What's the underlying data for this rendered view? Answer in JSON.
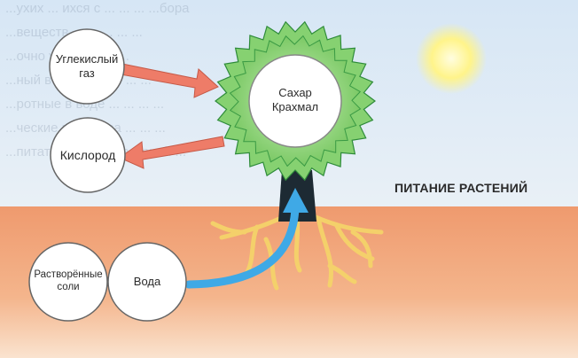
{
  "diagram": {
    "title": "ПИТАНИЕ РАСТЕНИЙ",
    "nodes": {
      "co2": "Углекислый газ",
      "oxygen": "Кислород",
      "crown": "Сахар Крахмал",
      "salts": "Растворённые соли",
      "water": "Вода"
    },
    "lines": {
      "co2": [
        "Углекислый",
        "газ"
      ],
      "crown": [
        "Сахар",
        "Крахмал"
      ],
      "salts": [
        "Растворённые",
        "соли"
      ]
    },
    "background_text": [
      "...ухих ... ихся с ... ... ... ...бора",
      "...веществ ... ... ... ... ...",
      "...очно у ... ... ... ... ...",
      "...ный в воздухе, ... ... ...",
      "...ротные в воде ... ... ... ...",
      "...ческие вещества ... ... ...",
      "...питательные ... растений ..."
    ],
    "colors": {
      "sky": "#dbe9f6",
      "soil": "#f0a47a",
      "leaf": "#8cd47a",
      "arrow_red": "#ee7c68",
      "arrow_blue": "#3fa9e6",
      "sun": "#fff27a",
      "trunk": "#1d2a33",
      "roots": "#f5d36a"
    }
  }
}
